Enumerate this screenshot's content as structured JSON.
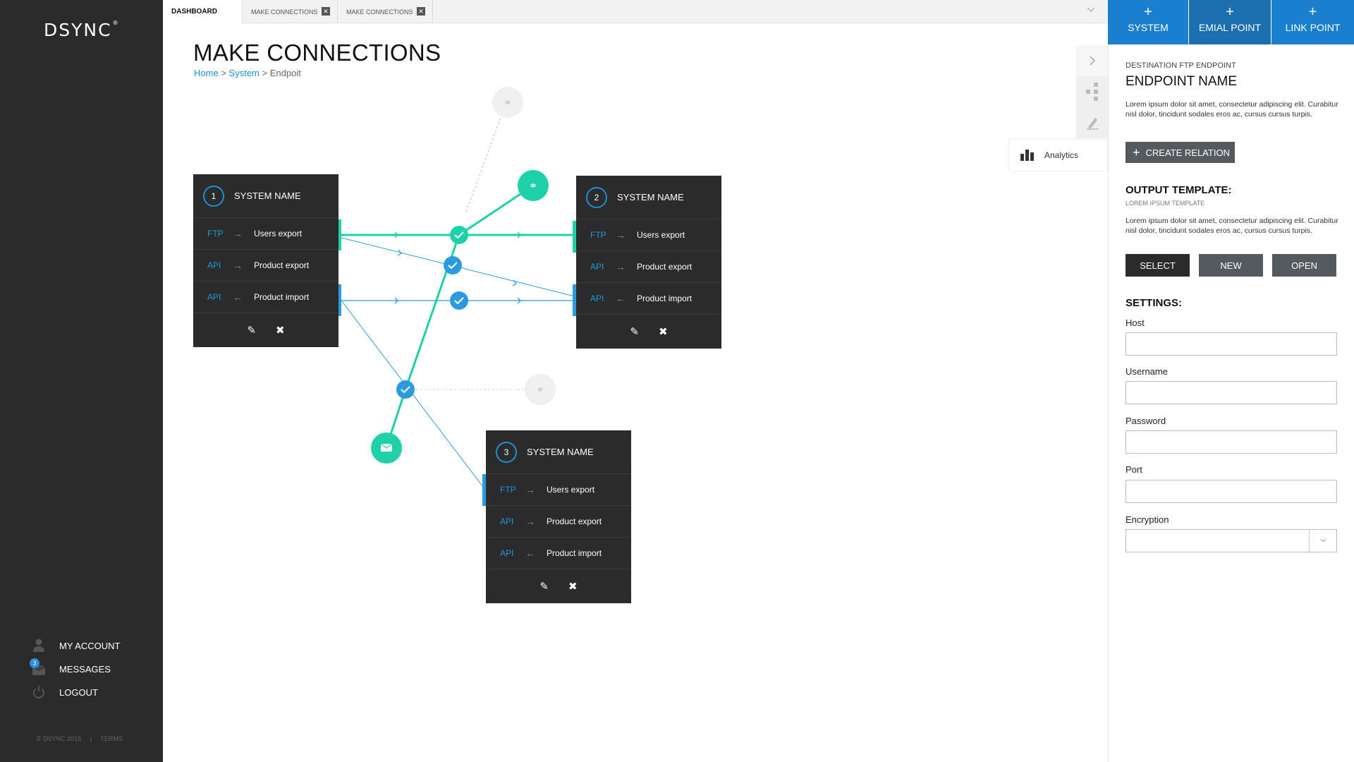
{
  "app": {
    "logo": "DSYNC",
    "logo_mark": "®"
  },
  "sidebar": {
    "items": [
      {
        "label": "MY ACCOUNT",
        "icon": "user-icon"
      },
      {
        "label": "MESSAGES",
        "icon": "inbox-icon",
        "badge": "3"
      },
      {
        "label": "LOGOUT",
        "icon": "power-icon"
      }
    ],
    "footer": {
      "copyright": "© DSYNC 2015",
      "separator": "|",
      "terms": "TERMS"
    }
  },
  "tabs": [
    {
      "label": "DASHBOARD",
      "active": true
    },
    {
      "label": "MAKE CONNECTIONS",
      "close": "✕"
    },
    {
      "label": "MAKE CONNECTIONS",
      "close": "✕"
    }
  ],
  "top_buttons": [
    {
      "label": "SYSTEM",
      "plus": "+"
    },
    {
      "label": "EMIAL POINT",
      "plus": "+"
    },
    {
      "label": "LINK POINT",
      "plus": "+"
    }
  ],
  "page": {
    "title": "MAKE CONNECTIONS",
    "breadcrumb": {
      "home": "Home",
      "sep1": ">",
      "system": "System",
      "sep2": ">",
      "current": "Endpoit"
    }
  },
  "cards": [
    {
      "number": "1",
      "title": "SYSTEM NAME",
      "rows": [
        {
          "proto": "FTP",
          "arrow": "→",
          "name": "Users export"
        },
        {
          "proto": "API",
          "arrow": "→",
          "name": "Product export"
        },
        {
          "proto": "API",
          "arrow": "←",
          "name": "Product import"
        }
      ]
    },
    {
      "number": "2",
      "title": "SYSTEM NAME",
      "rows": [
        {
          "proto": "FTP",
          "arrow": "→",
          "name": "Users export"
        },
        {
          "proto": "API",
          "arrow": "→",
          "name": "Product export"
        },
        {
          "proto": "API",
          "arrow": "←",
          "name": "Product import"
        }
      ]
    },
    {
      "number": "3",
      "title": "SYSTEM NAME",
      "rows": [
        {
          "proto": "FTP",
          "arrow": "→",
          "name": "Users export"
        },
        {
          "proto": "API",
          "arrow": "→",
          "name": "Product export"
        },
        {
          "proto": "API",
          "arrow": "←",
          "name": "Product import"
        }
      ]
    }
  ],
  "card_actions": {
    "edit": "✎",
    "delete": "✖"
  },
  "tools": {
    "analytics": "Analytics"
  },
  "panel": {
    "subtitle": "DESTINATION FTP ENDPOINT",
    "title": "ENDPOINT NAME",
    "description": "Lorem ipsum dolor sit amet, consectetur adipiscing elit. Curabitur nisl dolor, tincidunt sodales eros ac, cursus cursus turpis.",
    "create_relation": "CREATE RELATION",
    "create_plus": "+",
    "output_heading": "OUTPUT TEMPLATE:",
    "output_sub": "LOREM IPSUM TEMPLATE",
    "output_description": "Lorem ipsum dolor sit amet, consectetur adipiscing elit. Curabitur nisl dolor, tincidunt sodales eros ac, cursus cursus turpis.",
    "buttons": {
      "select": "SELECT",
      "new": "NEW",
      "open": "OPEN"
    },
    "settings_heading": "SETTINGS:",
    "fields": {
      "host": {
        "label": "Host",
        "value": ""
      },
      "username": {
        "label": "Username",
        "value": ""
      },
      "password": {
        "label": "Password",
        "value": ""
      },
      "port": {
        "label": "Port",
        "value": ""
      },
      "encryption": {
        "label": "Encryption",
        "value": ""
      }
    }
  },
  "colors": {
    "teal": "#1fd1a8",
    "blue": "#2b9be0",
    "dark": "#2b2b2b",
    "accent_button": "#1b7fcf"
  }
}
